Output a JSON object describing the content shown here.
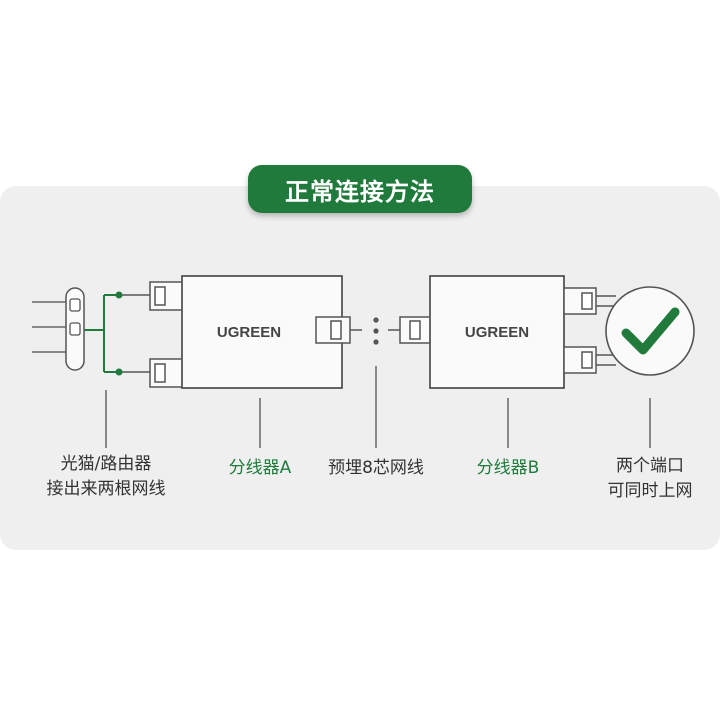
{
  "title": "正常连接方法",
  "devices": {
    "splitter_a_brand": "UGREEN",
    "splitter_b_brand": "UGREEN"
  },
  "labels": {
    "source_line1": "光猫/路由器",
    "source_line2": "接出来两根网线",
    "splitter_a": "分线器A",
    "cable": "预埋8芯网线",
    "splitter_b": "分线器B",
    "result_line1": "两个端口",
    "result_line2": "可同时上网"
  },
  "icons": {
    "result": "check-mark-icon"
  },
  "colors": {
    "accent_green": "#1f7a3b",
    "panel_bg": "#efefef",
    "line_gray": "#666666"
  }
}
